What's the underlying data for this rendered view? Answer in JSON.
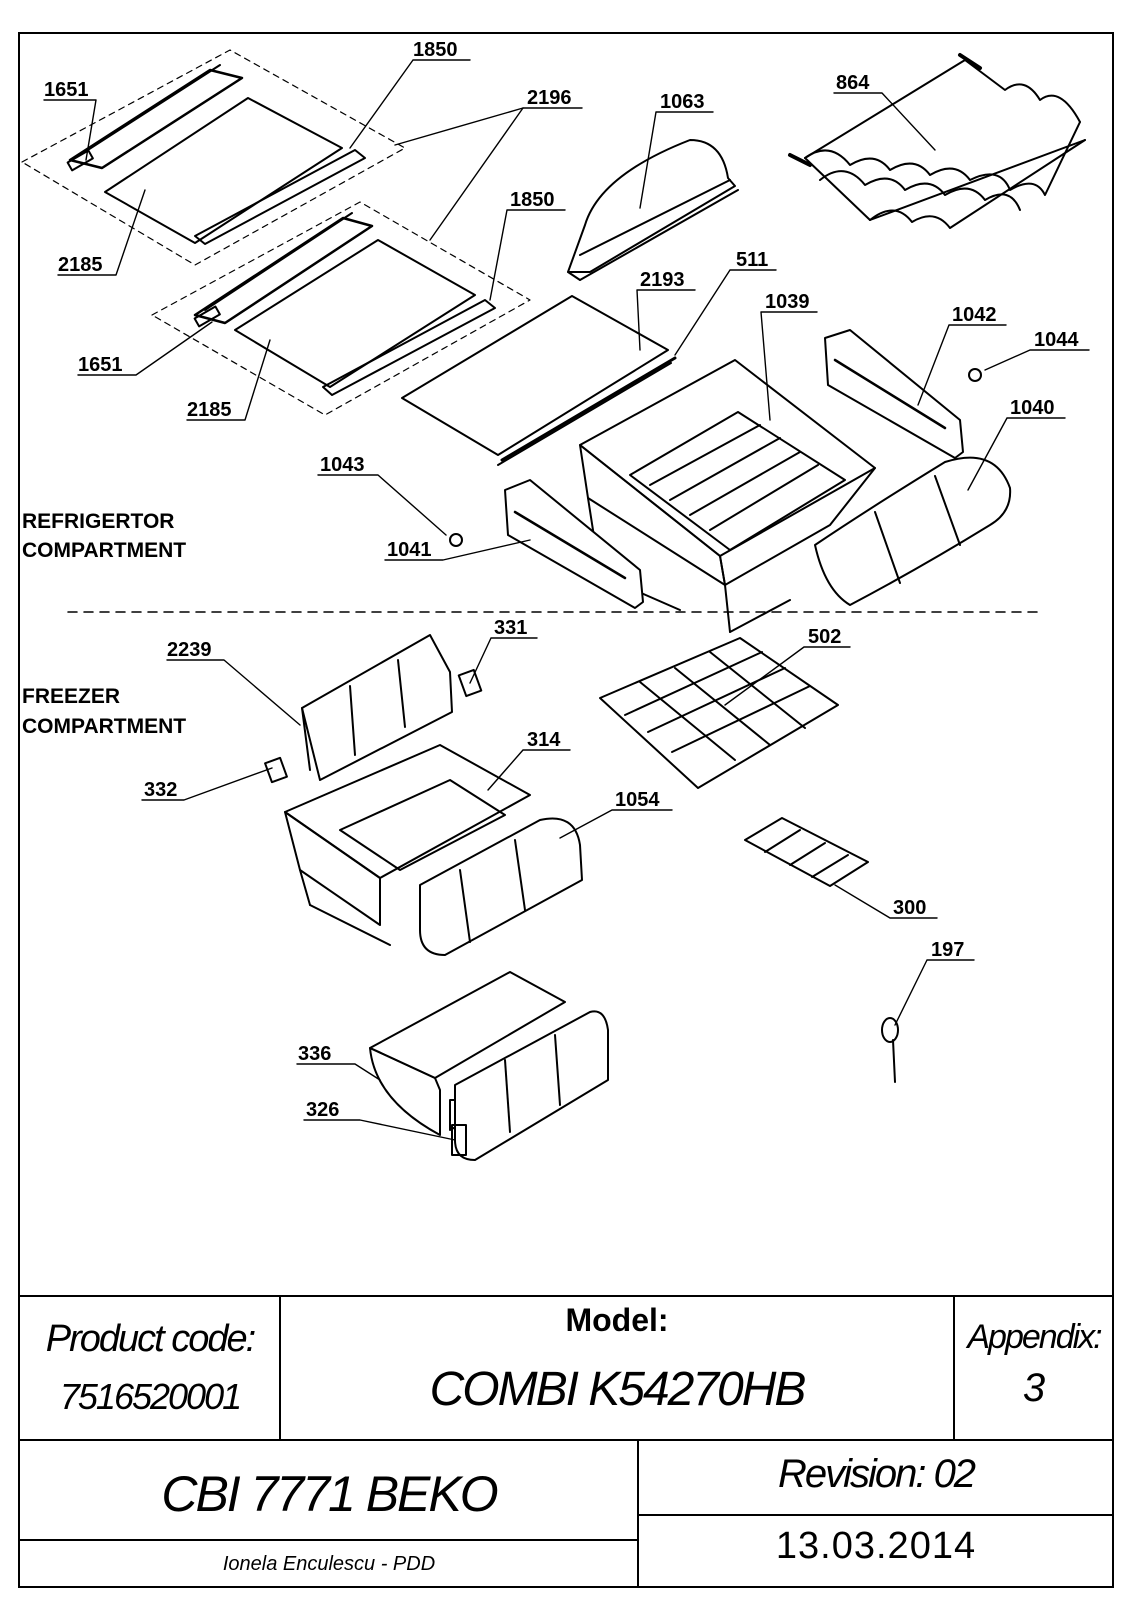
{
  "sections": {
    "refrigerator": [
      "REFRIGERTOR",
      "COMPARTMENT"
    ],
    "freezer": [
      "FREEZER",
      "COMPARTMENT"
    ]
  },
  "parts": [
    {
      "id": "p1651a",
      "label": "1651"
    },
    {
      "id": "p1850a",
      "label": "1850"
    },
    {
      "id": "p2196",
      "label": "2196"
    },
    {
      "id": "p1063",
      "label": "1063"
    },
    {
      "id": "p864",
      "label": "864"
    },
    {
      "id": "p2185a",
      "label": "2185"
    },
    {
      "id": "p1850b",
      "label": "1850"
    },
    {
      "id": "p2193",
      "label": "2193"
    },
    {
      "id": "p511",
      "label": "511"
    },
    {
      "id": "p1039",
      "label": "1039"
    },
    {
      "id": "p1042",
      "label": "1042"
    },
    {
      "id": "p1044",
      "label": "1044"
    },
    {
      "id": "p1651b",
      "label": "1651"
    },
    {
      "id": "p2185b",
      "label": "2185"
    },
    {
      "id": "p1040",
      "label": "1040"
    },
    {
      "id": "p1043",
      "label": "1043"
    },
    {
      "id": "p1041",
      "label": "1041"
    },
    {
      "id": "p331",
      "label": "331"
    },
    {
      "id": "p2239",
      "label": "2239"
    },
    {
      "id": "p502",
      "label": "502"
    },
    {
      "id": "p314",
      "label": "314"
    },
    {
      "id": "p332",
      "label": "332"
    },
    {
      "id": "p1054",
      "label": "1054"
    },
    {
      "id": "p300",
      "label": "300"
    },
    {
      "id": "p197",
      "label": "197"
    },
    {
      "id": "p336",
      "label": "336"
    },
    {
      "id": "p326",
      "label": "326"
    }
  ],
  "title_block": {
    "product_code_label": "Product code:",
    "product_code": "7516520001",
    "model_label": "Model:",
    "model": "COMBI K54270HB",
    "appendix_label": "Appendix:",
    "appendix": "3",
    "product_name": "CBI 7771 BEKO",
    "revision": "Revision: 02",
    "date": "13.03.2014",
    "author": "Ionela Enculescu - PDD"
  }
}
